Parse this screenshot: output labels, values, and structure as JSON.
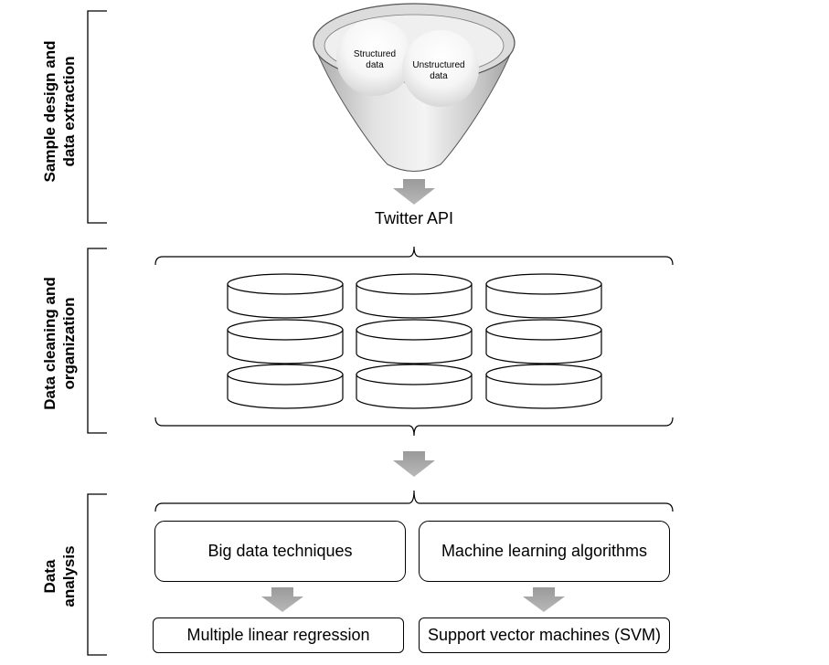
{
  "stages": {
    "extraction": {
      "line1": "Sample design and",
      "line2": "data extraction"
    },
    "cleaning": {
      "line1": "Data cleaning and",
      "line2": "organization"
    },
    "analysis": {
      "line1": "Data",
      "line2": "analysis"
    }
  },
  "funnel": {
    "left_circle": {
      "line1": "Structured",
      "line2": "data"
    },
    "right_circle": {
      "line1": "Unstructured",
      "line2": "data"
    }
  },
  "twitter_api": "Twitter API",
  "analysis": {
    "big_data": "Big data techniques",
    "ml": "Machine learning algorithms",
    "mlr": "Multiple linear regression",
    "svm": "Support vector machines (SVM)"
  }
}
